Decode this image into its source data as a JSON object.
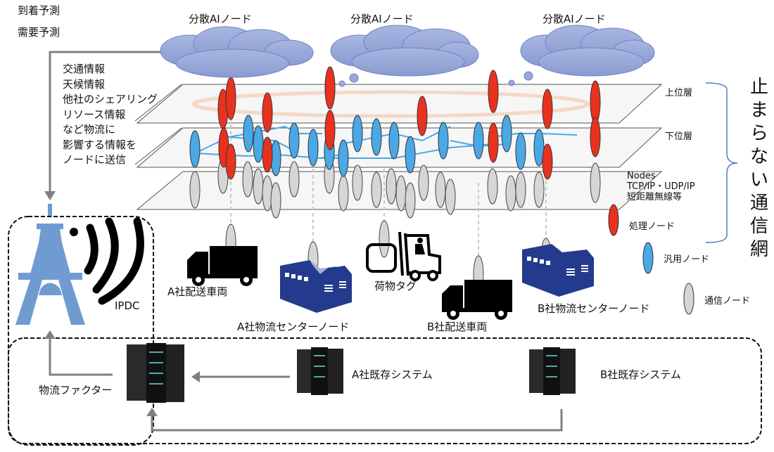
{
  "top_left": {
    "arrival_forecast": "到着予測",
    "demand_forecast": "需要予測"
  },
  "clouds": [
    {
      "label": "分散AIノード"
    },
    {
      "label": "分散AIノード"
    },
    {
      "label": "分散AIノード"
    }
  ],
  "info_block": {
    "lines": [
      "交通情報",
      "天候情報",
      "他社のシェアリング",
      "リソース情報",
      "など物流に",
      "影響する情報を",
      "ノードに送信"
    ]
  },
  "layers": {
    "upper": "上位層",
    "lower": "下位層",
    "nodes_title": "Nodes",
    "nodes_protocols": "TCP/IP・UDP/IP",
    "nodes_wireless": "短距離無線等"
  },
  "bracket_label": [
    "止",
    "ま",
    "ら",
    "な",
    "い",
    "通",
    "信",
    "網"
  ],
  "legend": {
    "processing_node": "処理ノード",
    "general_node": "汎用ノード",
    "communication_node": "通信ノード"
  },
  "colors": {
    "processing": "#e8321f",
    "general": "#4aa8e6",
    "communication": "#d6d6d6",
    "cloud": "#98a8d8",
    "warehouse": "#243a8c",
    "tower": "#6f9bd0",
    "ring": "#f5d8c6"
  },
  "entities": {
    "ipdc": "IPDC",
    "a_vehicle": "A社配送車両",
    "a_center": "A社物流センターノード",
    "cargo_tag": "荷物タグ",
    "b_vehicle": "B社配送車両",
    "b_center": "B社物流センターノード"
  },
  "systems": {
    "logistics_factor": "物流ファクター",
    "a_existing": "A社既存システム",
    "b_existing": "B社既存システム"
  }
}
